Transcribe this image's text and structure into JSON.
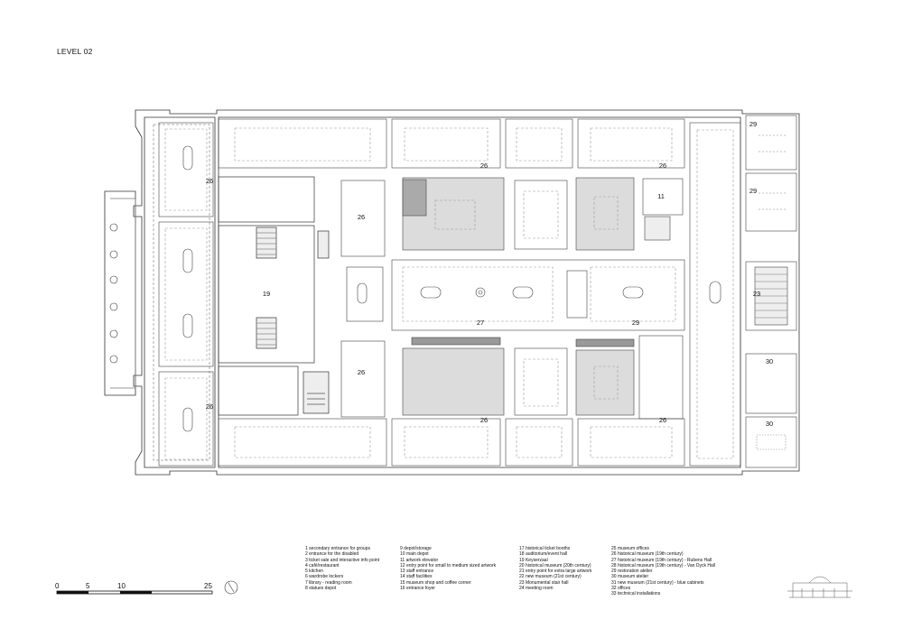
{
  "title": "LEVEL 02",
  "rooms": [
    {
      "id": "r26a",
      "label": "26"
    },
    {
      "id": "r26b",
      "label": "26"
    },
    {
      "id": "r26c",
      "label": "26"
    },
    {
      "id": "r26d",
      "label": "26"
    },
    {
      "id": "r26e",
      "label": "26"
    },
    {
      "id": "r26f",
      "label": "26"
    },
    {
      "id": "r26g",
      "label": "26"
    },
    {
      "id": "r26h",
      "label": "26"
    },
    {
      "id": "r19",
      "label": "19"
    },
    {
      "id": "r11",
      "label": "11"
    },
    {
      "id": "r27",
      "label": "27"
    },
    {
      "id": "r29a",
      "label": "29"
    },
    {
      "id": "r29b",
      "label": "29"
    },
    {
      "id": "r29c",
      "label": "29"
    },
    {
      "id": "r23",
      "label": "23"
    },
    {
      "id": "r30a",
      "label": "30"
    },
    {
      "id": "r30b",
      "label": "30"
    }
  ],
  "legend": {
    "col1": [
      "1 secondary entrance for groups",
      "2 entrance for the disabled",
      "3 ticket sale and interactive info point",
      "4 café/restaurant",
      "5 kitchen",
      "6 wardrobe lockers",
      "7 library - reading room",
      "8 statues depot"
    ],
    "col2": [
      "9 depot/storage",
      "10 main depot",
      "11 artwork elevator",
      "12 entry point for small to medium sized artwork",
      "13 staff entrance",
      "14 staff facilities",
      "15 museum shop and coffee corner",
      "16 entrance foyer"
    ],
    "col3": [
      "17 historical ticket booths",
      "18 auditorium/event hall",
      "19 Keyserzaal",
      "20 historical museum (20th century)",
      "21 entry point for extra large artwork",
      "22 new museum (21st century)",
      "23 Monumental stair hall",
      "24 meeting room"
    ],
    "col4": [
      "25 museum offices",
      "26 historical museum (19th century)",
      "27 historical museum (19th century) - Rubens Hall",
      "28 historical museum (19th century) - Van Dyck Hall",
      "29 restoration atelier",
      "30 museum atelier",
      "31 new museum (21st century) - blue cabinets",
      "32 offices",
      "33 technical installations"
    ]
  },
  "scale": {
    "labels": [
      "0",
      "5",
      "10",
      "25"
    ]
  },
  "icons": {
    "north": "north-arrow-icon",
    "key_plan": "building-keyplan-icon"
  }
}
